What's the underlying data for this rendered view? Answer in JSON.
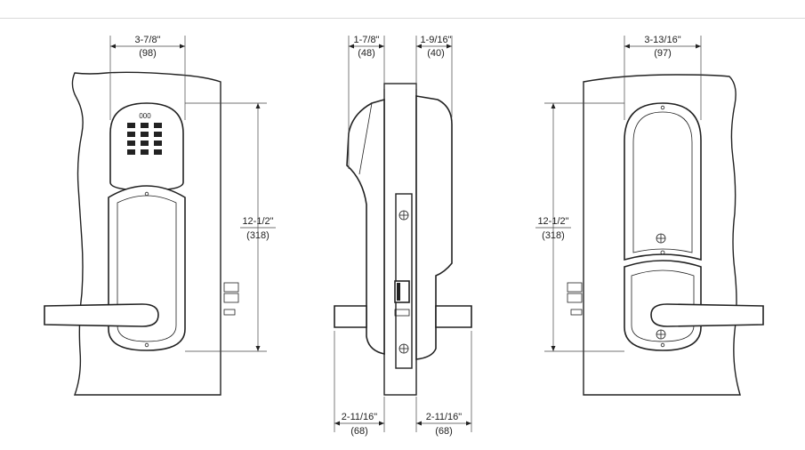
{
  "colors": {
    "line": "#222222",
    "background": "#ffffff",
    "rule": "#d9d9d9"
  },
  "views": {
    "front_keypad": {
      "width_in": "3-7/8\"",
      "width_mm": "(98)",
      "height_in": "12-1/2\"",
      "height_mm": "(318)",
      "keypad_display": "000"
    },
    "side": {
      "top_left_in": "1-7/8\"",
      "top_left_mm": "(48)",
      "top_right_in": "1-9/16\"",
      "top_right_mm": "(40)",
      "bottom_left_in": "2-11/16\"",
      "bottom_left_mm": "(68)",
      "bottom_right_in": "2-11/16\"",
      "bottom_right_mm": "(68)"
    },
    "back": {
      "width_in": "3-13/16\"",
      "width_mm": "(97)",
      "height_in": "12-1/2\"",
      "height_mm": "(318)"
    }
  }
}
